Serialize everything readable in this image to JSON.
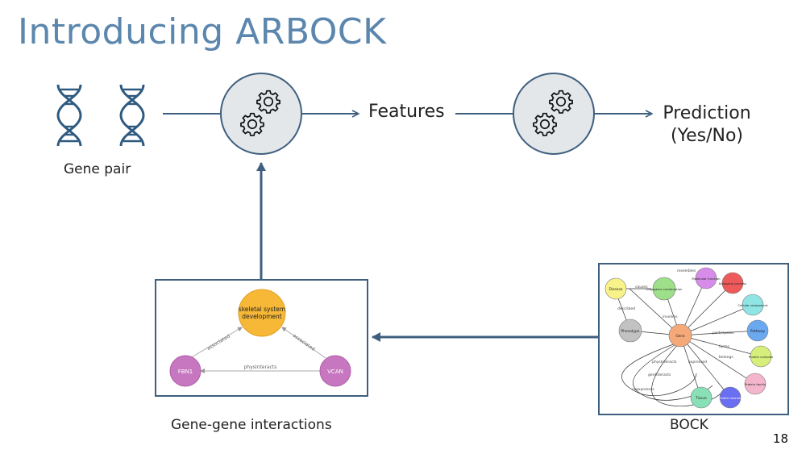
{
  "title": "Introducing ARBOCK",
  "labels": {
    "gene_pair": "Gene pair",
    "features": "Features",
    "prediction_line1": "Prediction",
    "prediction_line2": "(Yes/No)",
    "gene_gene": "Gene-gene interactions",
    "bock": "BOCK"
  },
  "page_number": "18",
  "gene_graph": {
    "center": "skeletal system development",
    "left": "FBN1",
    "right": "VCAN",
    "edge_left": "associated",
    "edge_right": "associated",
    "edge_bottom": "physInteracts"
  },
  "bock_graph": {
    "nodes": {
      "disease": "Disease",
      "oligogenic": "Oligogenic combination",
      "molecular": "Molecular function",
      "biological": "biological process",
      "cellular": "Cellular component",
      "pathway": "Pathway",
      "phenotype": "Phenotype",
      "gene": "Gene",
      "protein_complex": "Protein complex",
      "protein_family": "Protein family",
      "protein_domain": "Protein domain",
      "tissue": "Tissue"
    },
    "edges": {
      "causes": "causes",
      "described": "described",
      "involves": "involves",
      "resembles": "resembles",
      "participates": "participates",
      "forms": "forms",
      "belongs": "belongs",
      "expressed": "expressed",
      "physinteracts": "physInteracts",
      "geninteracts": "genInteracts",
      "coexpresses": "coexpresses"
    }
  },
  "colors": {
    "title": "#5b86ad",
    "line": "#3f5f7f",
    "gear_bg": "#e4e7ea",
    "center_node": "#f6b836",
    "side_node": "#c777bf"
  },
  "icons": [
    "dna-icon",
    "gears-icon",
    "arrow-icon"
  ]
}
